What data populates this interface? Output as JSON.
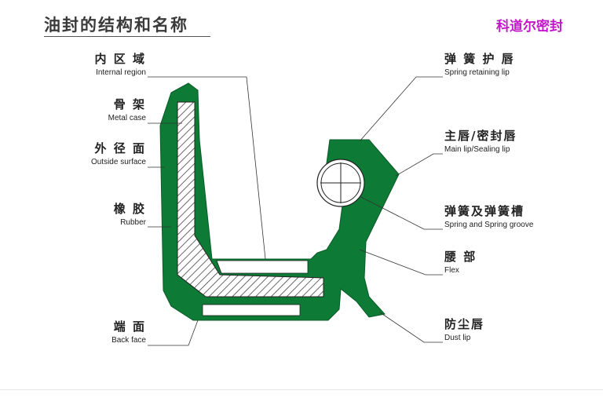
{
  "title": "油封的结构和名称",
  "brand": "科道尔密封",
  "colors": {
    "rubber": "#0d7a35",
    "metal_case_fill": "#ffffff",
    "hatch": "#444444",
    "leader": "#333333",
    "brand": "#c318c9"
  },
  "labels_left": [
    {
      "zh": "内 区 域",
      "en": "Internal region"
    },
    {
      "zh": "骨 架",
      "en": "Metal case"
    },
    {
      "zh": "外 径 面",
      "en": "Outside surface"
    },
    {
      "zh": "橡 胶",
      "en": "Rubber"
    },
    {
      "zh": "端 面",
      "en": "Back face"
    }
  ],
  "labels_right": [
    {
      "zh": "弹 簧 护 唇",
      "en": "Spring retaining lip"
    },
    {
      "zh": "主唇/密封唇",
      "en": "Main lip/Sealing lip"
    },
    {
      "zh": "弹簧及弹簧槽",
      "en": "Spring and Spring groove"
    },
    {
      "zh": "腰 部",
      "en": "Flex"
    },
    {
      "zh": "防尘唇",
      "en": "Dust lip"
    }
  ]
}
